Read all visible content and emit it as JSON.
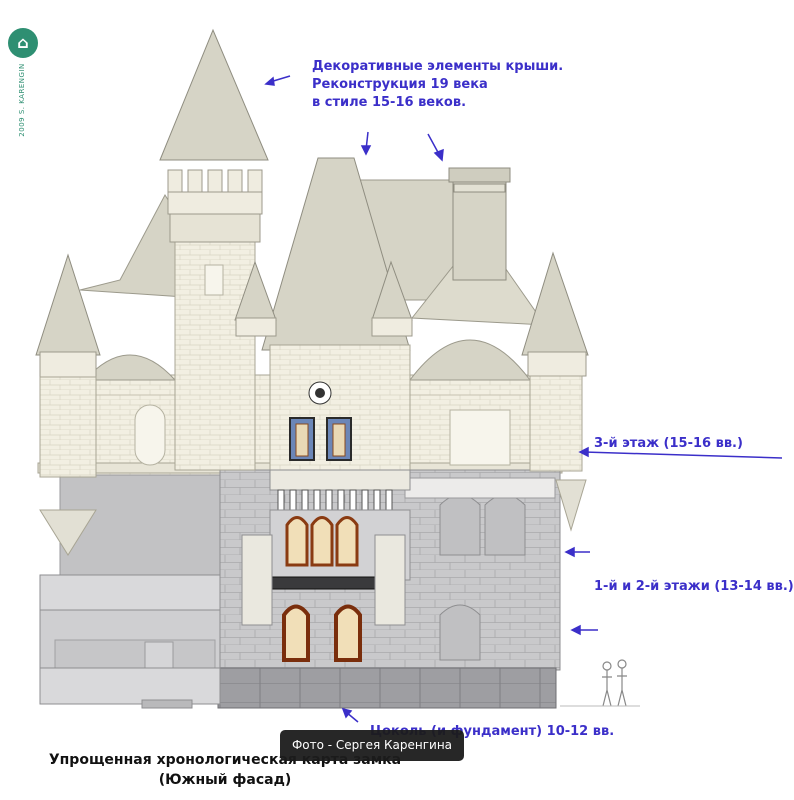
{
  "logo": {
    "text": "2009 S. KARENGIN"
  },
  "annotations": {
    "roof": [
      "Декоративные элементы крыши.",
      "Реконструкция 19 века",
      "в стиле 15-16 веков."
    ],
    "floor3": "3-й этаж (15-16 вв.)",
    "floor12": "1-й и 2-й этажи (13-14 вв.)",
    "base": "Цоколь (и фундамент) 10-12 вв."
  },
  "caption": {
    "line1": "Упрощенная хронологическая карта замка",
    "line2": "(Южный фасад)"
  },
  "photo_credit": "Фото - Сергея Каренгина",
  "colors": {
    "annotation": "#3b2fc9",
    "roof": "#d6d4c6",
    "wall_upper": "#f2efe2",
    "wall_lower": "#c9c9cb",
    "base": "#9e9ea2",
    "logo": "#2e8f72"
  }
}
